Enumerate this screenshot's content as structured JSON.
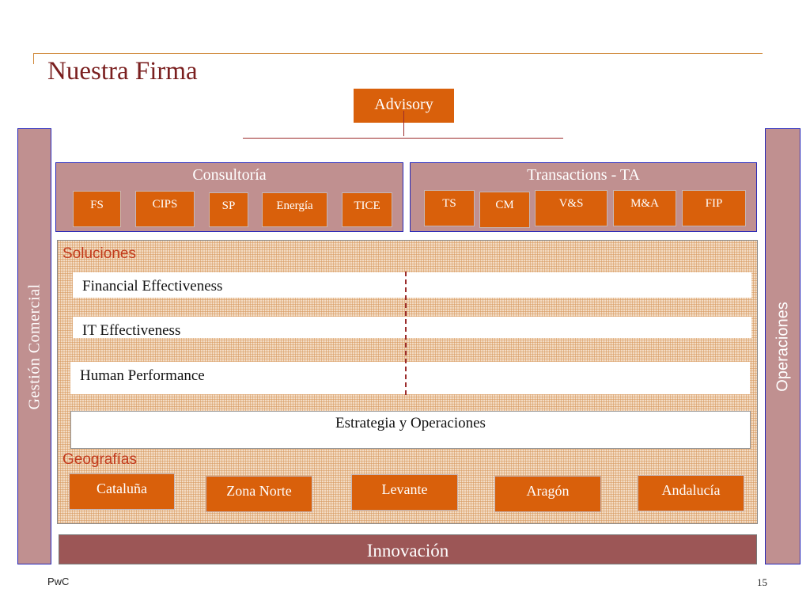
{
  "header": {
    "title": "Nuestra Firma"
  },
  "advisory": {
    "label": "Advisory"
  },
  "side": {
    "left_label": "Gestión Comercial",
    "right_label": "Operaciones"
  },
  "consultoria": {
    "title": "Consultoría",
    "items": [
      "FS",
      "CIPS",
      "SP",
      "Energía",
      "TICE"
    ]
  },
  "transactions": {
    "title": "Transactions - TA",
    "items": [
      "TS",
      "CM",
      "V&S",
      "M&A",
      "FIP"
    ]
  },
  "soluciones": {
    "label": "Soluciones",
    "rows": [
      "Financial Effectiveness",
      "IT Effectiveness",
      "Human Performance"
    ],
    "estrategia": "Estrategia y Operaciones"
  },
  "geografias": {
    "label": "Geografías",
    "items": [
      "Cataluña",
      "Zona Norte",
      "Levante",
      "Aragón",
      "Andalucía"
    ]
  },
  "bottom": {
    "innovacion": "Innovación"
  },
  "footer": {
    "brand": "PwC",
    "page_number": "15"
  },
  "colors": {
    "accent_orange": "#d9600b",
    "mauve": "#c09090",
    "title_red": "#7a1f1f",
    "label_red": "#c23a1c",
    "border_blue": "#2727b8"
  }
}
